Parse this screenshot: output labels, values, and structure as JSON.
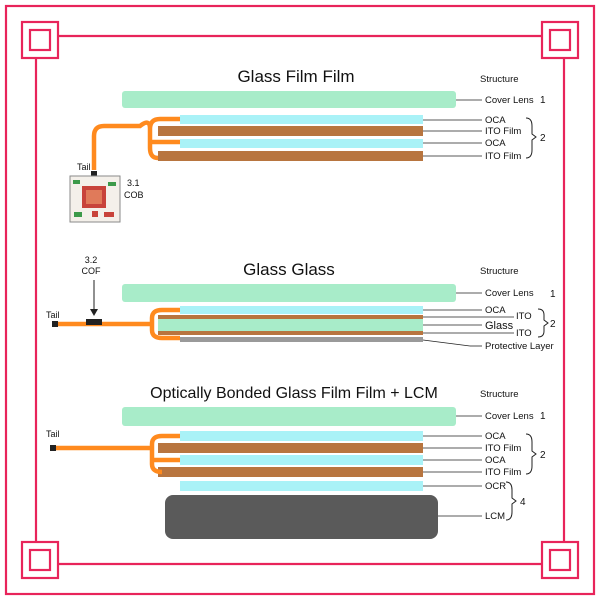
{
  "colors": {
    "frame": "#e8245a",
    "cover_lens": "#a8ecc9",
    "oca": "#a9f2f7",
    "ito": "#b8753f",
    "flex": "#ff8a1e",
    "lcm": "#5a5a5a",
    "protective": "#9a9a9a"
  },
  "sections": [
    {
      "title": "Glass Film Film",
      "structure_label": "Structure",
      "tail_label": "Tail",
      "chip_number": "3.1",
      "chip_label": "COB",
      "layers": [
        {
          "label": "Cover Lens",
          "kind": "cover_lens"
        },
        {
          "label": "OCA",
          "kind": "oca"
        },
        {
          "label": "ITO Film",
          "kind": "ito"
        },
        {
          "label": "OCA",
          "kind": "oca"
        },
        {
          "label": "ITO Film",
          "kind": "ito"
        }
      ],
      "groups": [
        {
          "label": "1"
        },
        {
          "label": "2"
        }
      ]
    },
    {
      "title": "Glass Glass",
      "structure_label": "Structure",
      "tail_label": "Tail",
      "chip_number": "3.2",
      "chip_label": "COF",
      "layers": [
        {
          "label": "Cover Lens",
          "kind": "cover_lens"
        },
        {
          "label": "OCA",
          "kind": "oca"
        },
        {
          "label": "ITO",
          "kind": "ito"
        },
        {
          "label": "Glass",
          "kind": "cover_lens"
        },
        {
          "label": "ITO",
          "kind": "ito"
        },
        {
          "label": "Protective Layer",
          "kind": "protective"
        }
      ],
      "groups": [
        {
          "label": "1"
        },
        {
          "label": "2"
        }
      ]
    },
    {
      "title": "Optically Bonded Glass Film Film + LCM",
      "structure_label": "Structure",
      "tail_label": "Tail",
      "layers": [
        {
          "label": "Cover Lens",
          "kind": "cover_lens"
        },
        {
          "label": "OCA",
          "kind": "oca"
        },
        {
          "label": "ITO Film",
          "kind": "ito"
        },
        {
          "label": "OCA",
          "kind": "oca"
        },
        {
          "label": "ITO Film",
          "kind": "ito"
        },
        {
          "label": "OCR",
          "kind": "oca"
        },
        {
          "label": "LCM",
          "kind": "lcm"
        }
      ],
      "groups": [
        {
          "label": "1"
        },
        {
          "label": "2"
        },
        {
          "label": "4"
        }
      ]
    }
  ]
}
